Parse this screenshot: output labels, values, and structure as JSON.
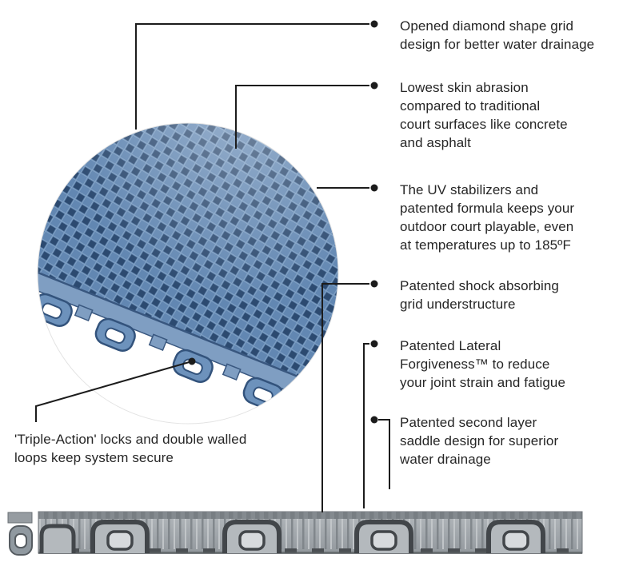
{
  "page": {
    "background": "#ffffff",
    "description": "Court tile product feature diagram"
  },
  "colors": {
    "tile_blue": "#6287b2",
    "tile_blue_dark": "#2c4a70",
    "tile_wall_blue": "#7f9ec2",
    "profile_gray": "#a9aeb3",
    "profile_dark": "#42464a",
    "leader_line": "#1c1c1c",
    "text": "#262626"
  },
  "callouts": [
    {
      "id": "diamond-grid",
      "text": "Opened diamond shape grid\ndesign for better water drainage"
    },
    {
      "id": "skin-abrasion",
      "text": "Lowest skin abrasion\ncompared to traditional\ncourt surfaces like concrete\nand asphalt"
    },
    {
      "id": "uv-stabilizers",
      "text": "The UV stabilizers and\npatented formula keeps your\noutdoor court playable, even\nat temperatures up to 185ºF"
    },
    {
      "id": "shock-absorb",
      "text": "Patented shock absorbing\ngrid understructure"
    },
    {
      "id": "lateral",
      "text": "Patented Lateral\nForgiveness™ to reduce\nyour joint strain and fatigue"
    },
    {
      "id": "saddle",
      "text": "Patented second layer\nsaddle design for superior\nwater drainage"
    },
    {
      "id": "locks",
      "text": "'Triple-Action' locks and double walled\nloops keep system secure"
    }
  ]
}
